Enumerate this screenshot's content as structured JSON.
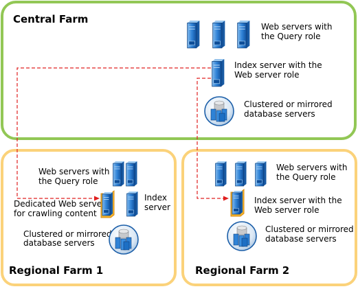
{
  "farms": {
    "central": {
      "title": "Central Farm",
      "web_servers_label": [
        "Web servers with",
        "the Query role"
      ],
      "index_server_label": [
        "Index server with the",
        "Web server role"
      ],
      "db_label": [
        "Clustered or mirrored",
        "database servers"
      ]
    },
    "regional1": {
      "title": "Regional Farm 1",
      "web_servers_label": [
        "Web servers with",
        "the Query role"
      ],
      "dedicated_label": [
        "Dedicated Web server",
        "for crawling content"
      ],
      "index_label": [
        "Index",
        "server"
      ],
      "db_label": [
        "Clustered or mirrored",
        "database servers"
      ]
    },
    "regional2": {
      "title": "Regional Farm 2",
      "web_servers_label": [
        "Web servers with",
        "the Query role"
      ],
      "index_server_label": [
        "Index server with the",
        "Web server role"
      ],
      "db_label": [
        "Clustered or mirrored",
        "database servers"
      ]
    }
  },
  "colors": {
    "central_border": "#92c755",
    "regional_border": "#fbd27a",
    "server_blue": "#1d6fc4",
    "highlight_orange": "#f0a020",
    "connector_red": "#e02020"
  },
  "icons": {
    "server": "server-icon",
    "database": "database-cluster-icon"
  }
}
